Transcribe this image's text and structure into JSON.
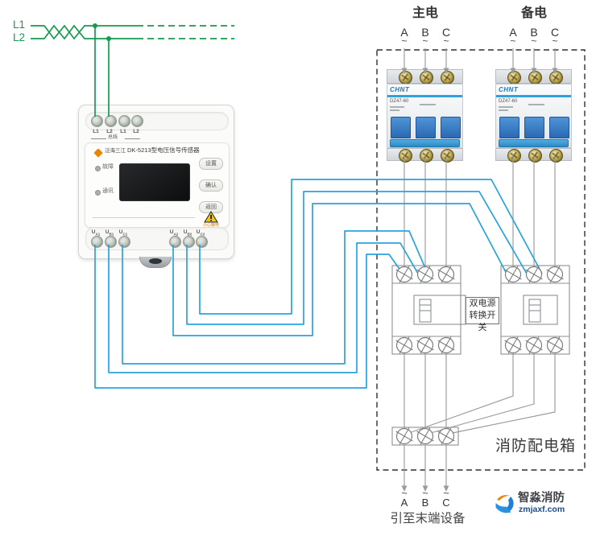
{
  "mains": {
    "l1": "L1",
    "l2": "L2"
  },
  "sensor": {
    "brand": "泛海三江",
    "title": "DK-5213型电压信号传感器",
    "top_terminals": [
      "L1",
      "L2",
      "L1",
      "L2"
    ],
    "bus_label": "总线",
    "leds": [
      {
        "label": "故障"
      },
      {
        "label": "通讯"
      }
    ],
    "buttons": [
      {
        "label": "设置"
      },
      {
        "label": "确认"
      },
      {
        "label": "返回"
      }
    ],
    "warning": "小心触电",
    "bottom_terminals": [
      {
        "main": "U",
        "sub": "A1"
      },
      {
        "main": "U",
        "sub": "B1"
      },
      {
        "main": "U",
        "sub": "C1"
      },
      {
        "main": "U",
        "sub": "A2"
      },
      {
        "main": "U",
        "sub": "B2"
      },
      {
        "main": "U",
        "sub": "C2"
      }
    ]
  },
  "power": {
    "main_label": "主电",
    "backup_label": "备电",
    "phases": [
      "A",
      "B",
      "C"
    ],
    "tilde": "~",
    "breaker": {
      "brand": "CHNT",
      "model": "DZ47-60"
    }
  },
  "transfer_switch": {
    "label_line1": "双电源",
    "label_line2": "转换开关"
  },
  "panel_box_label": "消防配电箱",
  "output": {
    "tilde": "~",
    "phases": [
      "A",
      "B",
      "C"
    ],
    "caption": "引至末端设备"
  },
  "logo": {
    "name": "智淼消防",
    "site": "zmjaxf.com"
  },
  "colors": {
    "wire_green": "#169b4e",
    "wire_blue": "#29a3e0",
    "wire_gray": "#9a9a9a",
    "dashed_border": "#2f2f2f",
    "breaker_blue": "#2ea2dc",
    "brass": "#c8b25a",
    "brand_orange": "#ef8200"
  }
}
